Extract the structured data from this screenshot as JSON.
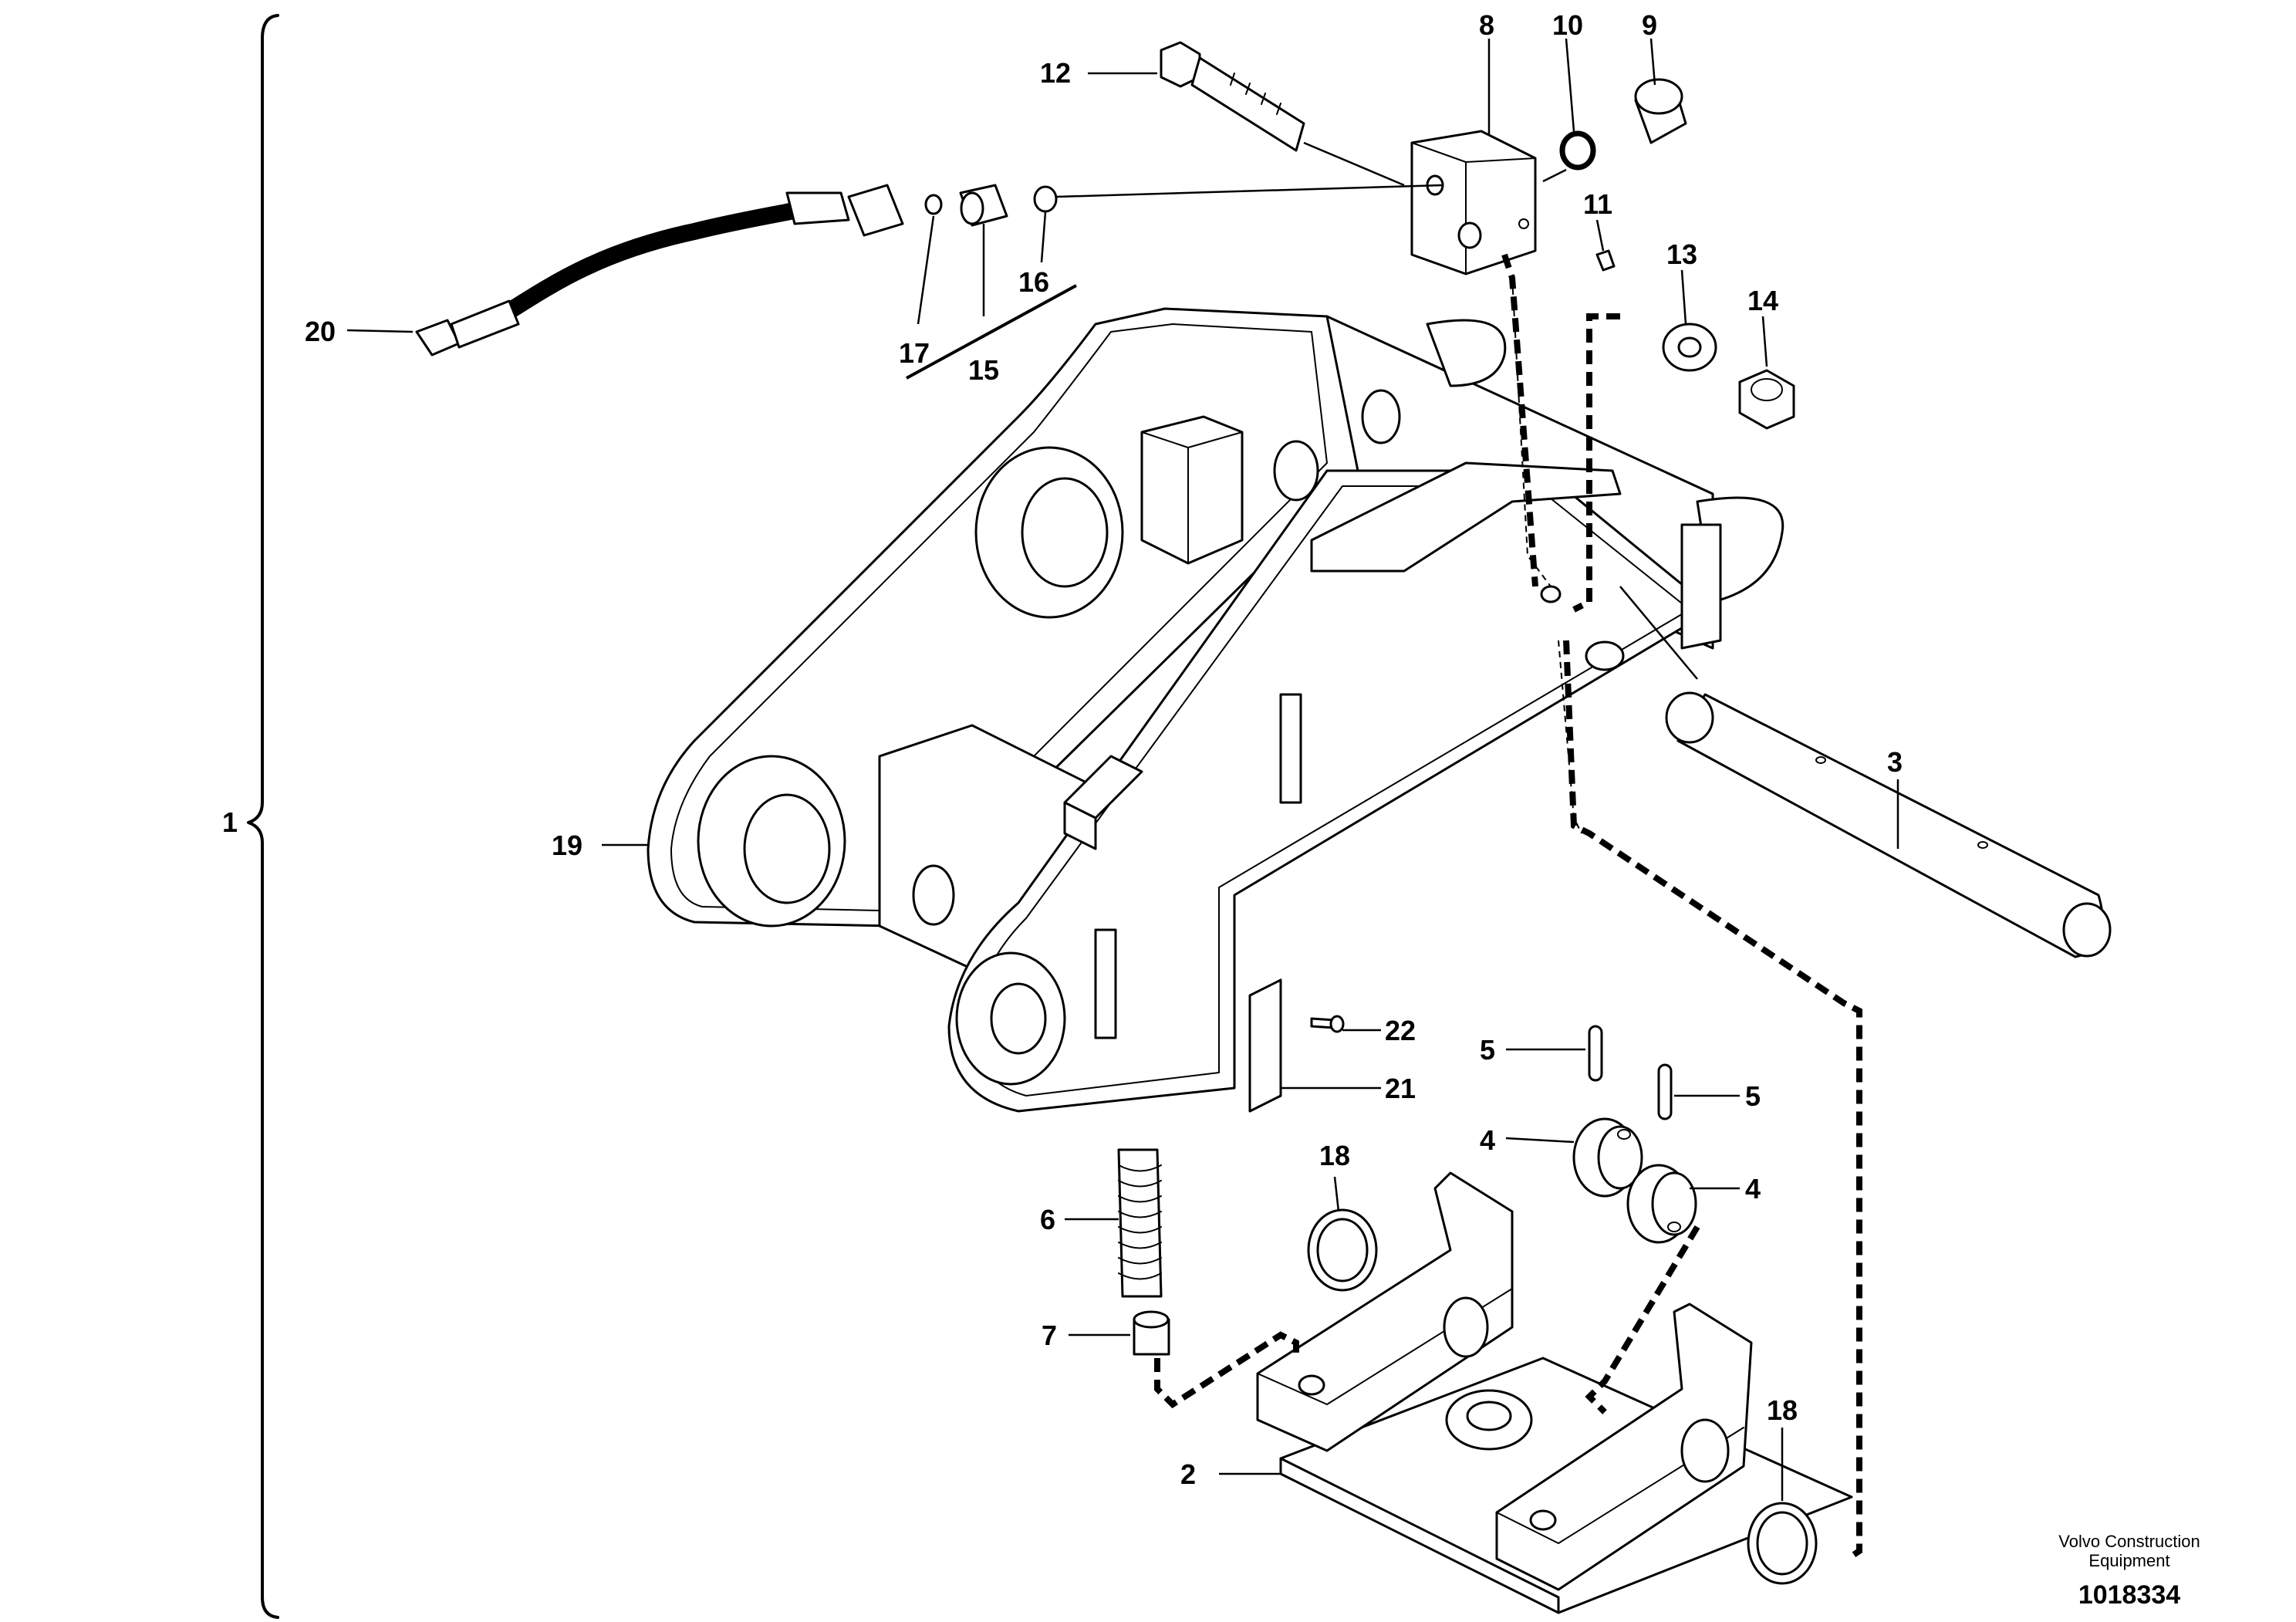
{
  "callouts": {
    "c1": "1",
    "c2": "2",
    "c3": "3",
    "c4a": "4",
    "c4b": "4",
    "c5a": "5",
    "c5b": "5",
    "c6": "6",
    "c7": "7",
    "c8": "8",
    "c9": "9",
    "c10": "10",
    "c11": "11",
    "c12": "12",
    "c13": "13",
    "c14": "14",
    "c15": "15",
    "c16": "16",
    "c17": "17",
    "c18a": "18",
    "c18b": "18",
    "c19": "19",
    "c20": "20",
    "c21": "21",
    "c22": "22"
  },
  "footer": {
    "brand_line1": "Volvo Construction",
    "brand_line2": "Equipment",
    "drawing_number": "1018334"
  }
}
